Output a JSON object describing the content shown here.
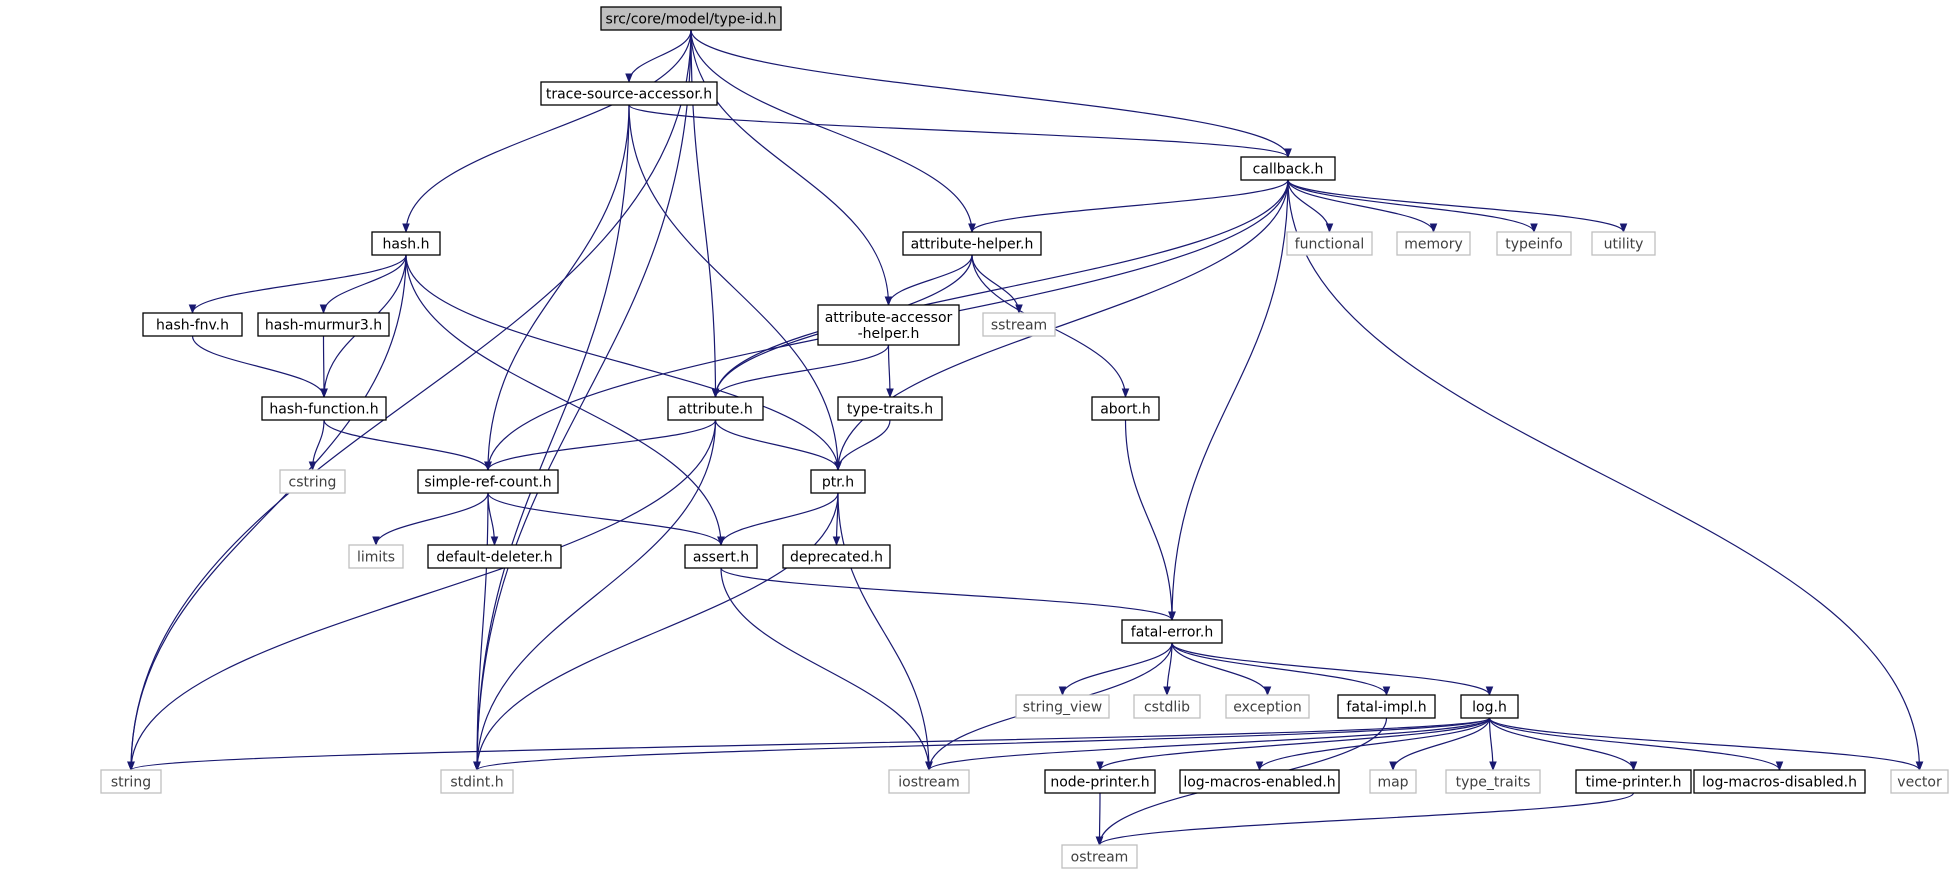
{
  "diagram": {
    "root": "src/core/model/type-id.h",
    "nodes": [
      {
        "id": "root",
        "label": "src/core/model/type-id.h",
        "style": "root"
      },
      {
        "id": "tsa",
        "label": "trace-source-accessor.h",
        "style": "file"
      },
      {
        "id": "callback",
        "label": "callback.h",
        "style": "file"
      },
      {
        "id": "hash",
        "label": "hash.h",
        "style": "file"
      },
      {
        "id": "attrhelper",
        "label": "attribute-helper.h",
        "style": "file"
      },
      {
        "id": "hashfnv",
        "label": "hash-fnv.h",
        "style": "file"
      },
      {
        "id": "hashmurmur",
        "label": "hash-murmur3.h",
        "style": "file"
      },
      {
        "id": "attracc",
        "label": "attribute-accessor\n-helper.h",
        "style": "file"
      },
      {
        "id": "functional",
        "label": "functional",
        "style": "system"
      },
      {
        "id": "memory",
        "label": "memory",
        "style": "system"
      },
      {
        "id": "typeinfo",
        "label": "typeinfo",
        "style": "system"
      },
      {
        "id": "utility",
        "label": "utility",
        "style": "system"
      },
      {
        "id": "sstream",
        "label": "sstream",
        "style": "system"
      },
      {
        "id": "hashfunc",
        "label": "hash-function.h",
        "style": "file"
      },
      {
        "id": "attribute",
        "label": "attribute.h",
        "style": "file"
      },
      {
        "id": "typetraitsh",
        "label": "type-traits.h",
        "style": "file"
      },
      {
        "id": "abort",
        "label": "abort.h",
        "style": "file"
      },
      {
        "id": "cstring",
        "label": "cstring",
        "style": "system"
      },
      {
        "id": "srefcount",
        "label": "simple-ref-count.h",
        "style": "file"
      },
      {
        "id": "ptr",
        "label": "ptr.h",
        "style": "file"
      },
      {
        "id": "limits",
        "label": "limits",
        "style": "system"
      },
      {
        "id": "defdeleter",
        "label": "default-deleter.h",
        "style": "file"
      },
      {
        "id": "assert",
        "label": "assert.h",
        "style": "file"
      },
      {
        "id": "deprecated",
        "label": "deprecated.h",
        "style": "file"
      },
      {
        "id": "fatalerror",
        "label": "fatal-error.h",
        "style": "file"
      },
      {
        "id": "stringview",
        "label": "string_view",
        "style": "system"
      },
      {
        "id": "cstdlib",
        "label": "cstdlib",
        "style": "system"
      },
      {
        "id": "exception",
        "label": "exception",
        "style": "system"
      },
      {
        "id": "fatalimpl",
        "label": "fatal-impl.h",
        "style": "file"
      },
      {
        "id": "log",
        "label": "log.h",
        "style": "file"
      },
      {
        "id": "string",
        "label": "string",
        "style": "system"
      },
      {
        "id": "stdint",
        "label": "stdint.h",
        "style": "system"
      },
      {
        "id": "iostream",
        "label": "iostream",
        "style": "system"
      },
      {
        "id": "nodeprinter",
        "label": "node-printer.h",
        "style": "file"
      },
      {
        "id": "logmacen",
        "label": "log-macros-enabled.h",
        "style": "file"
      },
      {
        "id": "map",
        "label": "map",
        "style": "system"
      },
      {
        "id": "type_traits",
        "label": "type_traits",
        "style": "system"
      },
      {
        "id": "timeprinter",
        "label": "time-printer.h",
        "style": "file"
      },
      {
        "id": "logmacdis",
        "label": "log-macros-disabled.h",
        "style": "file"
      },
      {
        "id": "vector",
        "label": "vector",
        "style": "system"
      },
      {
        "id": "ostream",
        "label": "ostream",
        "style": "system"
      }
    ],
    "edges": [
      [
        "root",
        "tsa"
      ],
      [
        "root",
        "callback"
      ],
      [
        "root",
        "hash"
      ],
      [
        "root",
        "attrhelper"
      ],
      [
        "root",
        "attracc"
      ],
      [
        "root",
        "attribute"
      ],
      [
        "root",
        "string"
      ],
      [
        "root",
        "stdint"
      ],
      [
        "tsa",
        "callback"
      ],
      [
        "tsa",
        "srefcount"
      ],
      [
        "tsa",
        "ptr"
      ],
      [
        "tsa",
        "stdint"
      ],
      [
        "callback",
        "attrhelper"
      ],
      [
        "callback",
        "functional"
      ],
      [
        "callback",
        "memory"
      ],
      [
        "callback",
        "typeinfo"
      ],
      [
        "callback",
        "utility"
      ],
      [
        "callback",
        "vector"
      ],
      [
        "callback",
        "attribute"
      ],
      [
        "callback",
        "srefcount"
      ],
      [
        "callback",
        "ptr"
      ],
      [
        "callback",
        "fatalerror"
      ],
      [
        "hash",
        "hashfnv"
      ],
      [
        "hash",
        "hashmurmur"
      ],
      [
        "hash",
        "hashfunc"
      ],
      [
        "hash",
        "string"
      ],
      [
        "hash",
        "ptr"
      ],
      [
        "hash",
        "assert"
      ],
      [
        "hashfnv",
        "hashfunc"
      ],
      [
        "hashmurmur",
        "hashfunc"
      ],
      [
        "hashfunc",
        "cstring"
      ],
      [
        "hashfunc",
        "srefcount"
      ],
      [
        "attrhelper",
        "attracc"
      ],
      [
        "attrhelper",
        "sstream"
      ],
      [
        "attrhelper",
        "abort"
      ],
      [
        "attrhelper",
        "attribute"
      ],
      [
        "attracc",
        "attribute"
      ],
      [
        "attracc",
        "typetraitsh"
      ],
      [
        "typetraitsh",
        "ptr"
      ],
      [
        "attribute",
        "srefcount"
      ],
      [
        "attribute",
        "ptr"
      ],
      [
        "attribute",
        "string"
      ],
      [
        "attribute",
        "stdint"
      ],
      [
        "abort",
        "fatalerror"
      ],
      [
        "srefcount",
        "limits"
      ],
      [
        "srefcount",
        "defdeleter"
      ],
      [
        "srefcount",
        "assert"
      ],
      [
        "srefcount",
        "stdint"
      ],
      [
        "ptr",
        "assert"
      ],
      [
        "ptr",
        "deprecated"
      ],
      [
        "ptr",
        "iostream"
      ],
      [
        "ptr",
        "stdint"
      ],
      [
        "assert",
        "fatalerror"
      ],
      [
        "assert",
        "iostream"
      ],
      [
        "fatalerror",
        "stringview"
      ],
      [
        "fatalerror",
        "cstdlib"
      ],
      [
        "fatalerror",
        "exception"
      ],
      [
        "fatalerror",
        "fatalimpl"
      ],
      [
        "fatalerror",
        "log"
      ],
      [
        "fatalerror",
        "iostream"
      ],
      [
        "fatalimpl",
        "ostream"
      ],
      [
        "log",
        "string"
      ],
      [
        "log",
        "stdint"
      ],
      [
        "log",
        "iostream"
      ],
      [
        "log",
        "nodeprinter"
      ],
      [
        "log",
        "logmacen"
      ],
      [
        "log",
        "map"
      ],
      [
        "log",
        "type_traits"
      ],
      [
        "log",
        "timeprinter"
      ],
      [
        "log",
        "logmacdis"
      ],
      [
        "log",
        "vector"
      ],
      [
        "nodeprinter",
        "ostream"
      ],
      [
        "timeprinter",
        "ostream"
      ]
    ],
    "colors": {
      "edge": "#191970",
      "file_border": "#000000",
      "system_border": "#bfbfbf",
      "root_fill": "#bfbfbf",
      "system_text": "#404040"
    }
  }
}
